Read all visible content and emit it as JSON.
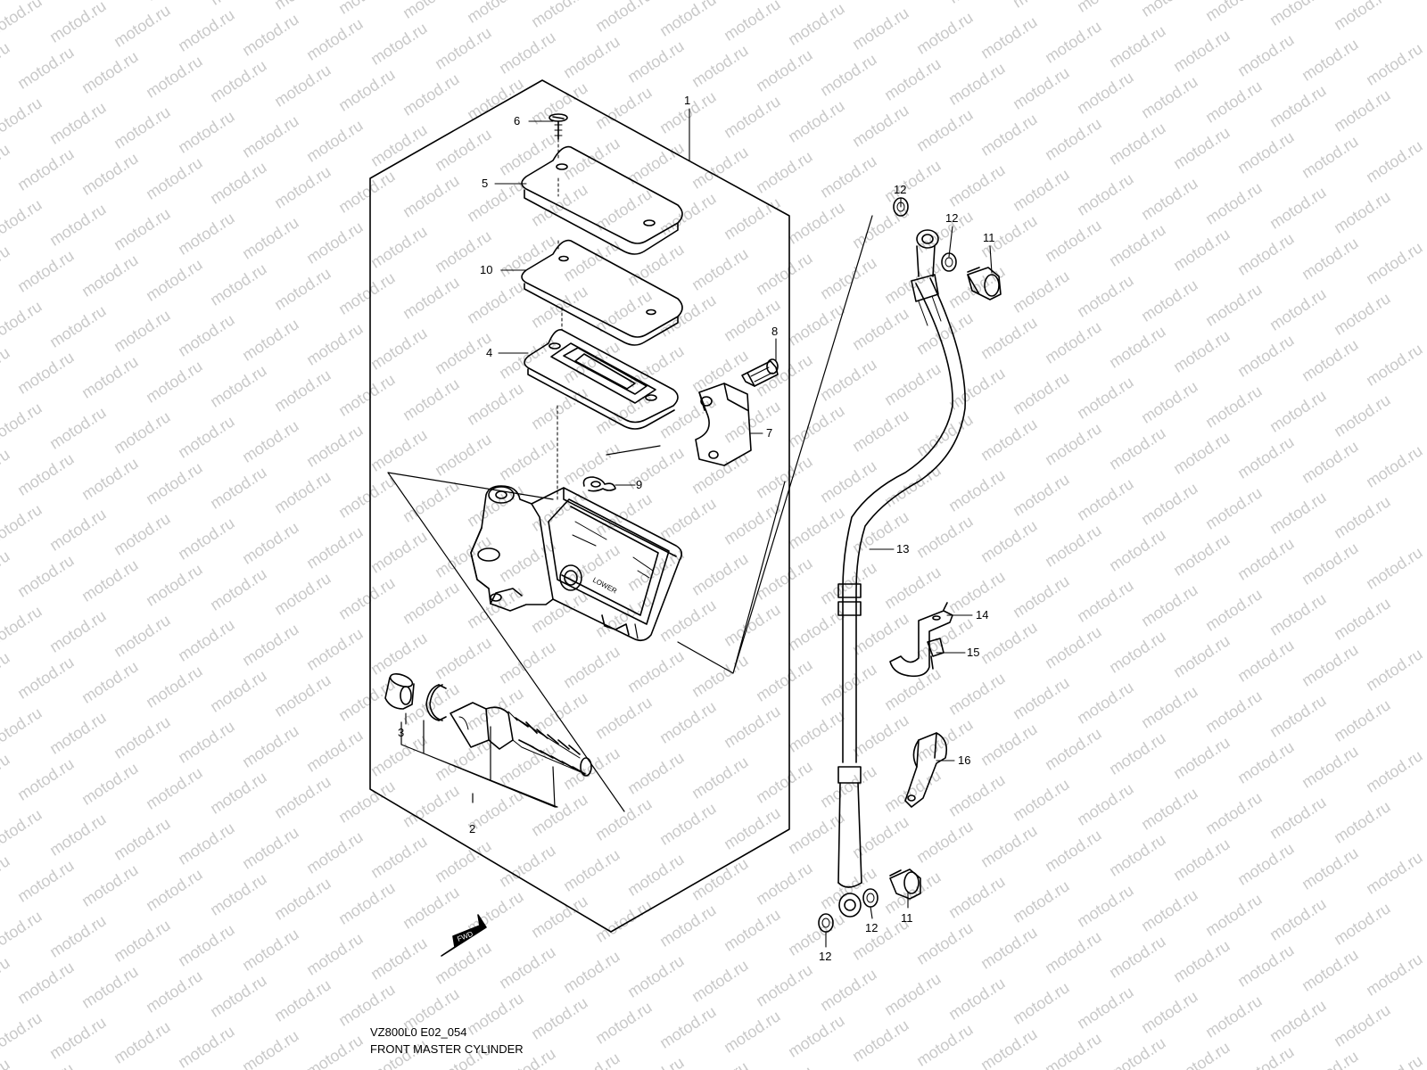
{
  "watermark": "motod.ru",
  "drawing": {
    "code": "VZ800L0 E02_054",
    "title": "FRONT MASTER CYLINDER",
    "fwd_label": "FWD"
  },
  "labels": {
    "l1": "1",
    "l2": "2",
    "l3": "3",
    "l4": "4",
    "l5": "5",
    "l6": "6",
    "l7": "7",
    "l8": "8",
    "l9": "9",
    "l10": "10",
    "l11a": "11",
    "l11b": "11",
    "l12a": "12",
    "l12b": "12",
    "l12c": "12",
    "l12d": "12",
    "l13": "13",
    "l14": "14",
    "l15": "15",
    "l16": "16"
  },
  "colors": {
    "line": "#000000",
    "watermark": "#c9c9c9",
    "background": "#ffffff"
  }
}
